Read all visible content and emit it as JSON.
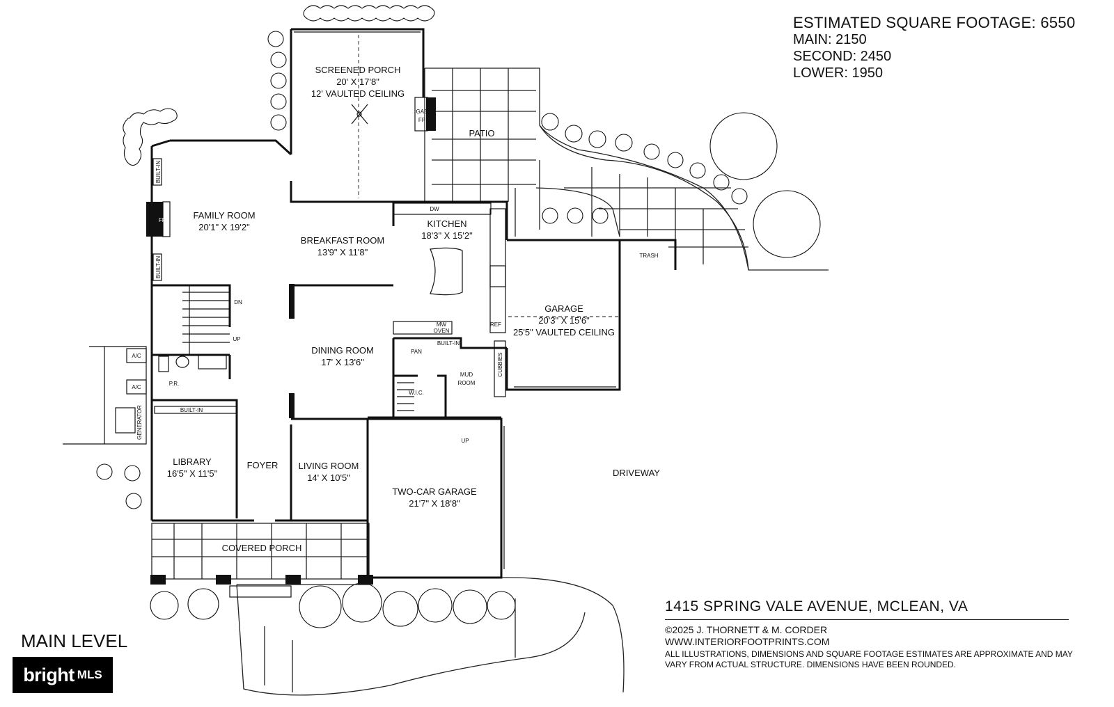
{
  "sqft": {
    "title": "ESTIMATED SQUARE FOOTAGE: 6550",
    "main": "MAIN: 2150",
    "second": "SECOND: 2450",
    "lower": "LOWER: 1950"
  },
  "rooms": {
    "screened_porch": [
      "SCREENED PORCH",
      "20' X 17'8\"",
      "12' VAULTED CEILING"
    ],
    "patio": "PATIO",
    "family_room": [
      "FAMILY ROOM",
      "20'1\" X 19'2\""
    ],
    "breakfast_room": [
      "BREAKFAST ROOM",
      "13'9\" X 11'8\""
    ],
    "kitchen": [
      "KITCHEN",
      "18'3\" X 15'2\""
    ],
    "garage": [
      "GARAGE",
      "20'3\" X 15'6\"",
      "25'5\" VAULTED CEILING"
    ],
    "trash": "TRASH",
    "dining_room": [
      "DINING ROOM",
      "17' X 13'6\""
    ],
    "mud_room": [
      "MUD",
      "ROOM"
    ],
    "library": [
      "LIBRARY",
      "16'5\" X 11'5\""
    ],
    "foyer": "FOYER",
    "living_room": [
      "LIVING ROOM",
      "14' X 10'5\""
    ],
    "two_car_garage": [
      "TWO-CAR GARAGE",
      "21'7\" X 18'8\""
    ],
    "driveway": "DRIVEWAY",
    "covered_porch": "COVERED PORCH",
    "powder_room": "P.R."
  },
  "fixtures": {
    "gas_fp_1": "GAS",
    "gas_fp_2": "FP",
    "fp": "FP",
    "built_in": "BUILT-IN",
    "dw": "DW",
    "ref": "REF",
    "mw_1": "MW",
    "mw_2": "OVEN",
    "pan": "PAN",
    "wic": "W.I.C.",
    "cubbies": "CUBBIES",
    "dn": "DN",
    "up": "UP",
    "ac": "A/C",
    "generator": "GENERATOR"
  },
  "address": {
    "line": "1415 SPRING VALE AVENUE, MCLEAN, VA",
    "copyright": "©2025 J. THORNETT & M. CORDER",
    "website": "WWW.INTERIORFOOTPRINTS.COM",
    "disclaimer": "ALL ILLUSTRATIONS, DIMENSIONS AND SQUARE FOOTAGE ESTIMATES ARE APPROXIMATE AND MAY VARY FROM ACTUAL STRUCTURE. DIMENSIONS HAVE BEEN ROUNDED."
  },
  "level": "MAIN LEVEL",
  "watermark": {
    "brand": "bright",
    "suffix": "MLS"
  }
}
